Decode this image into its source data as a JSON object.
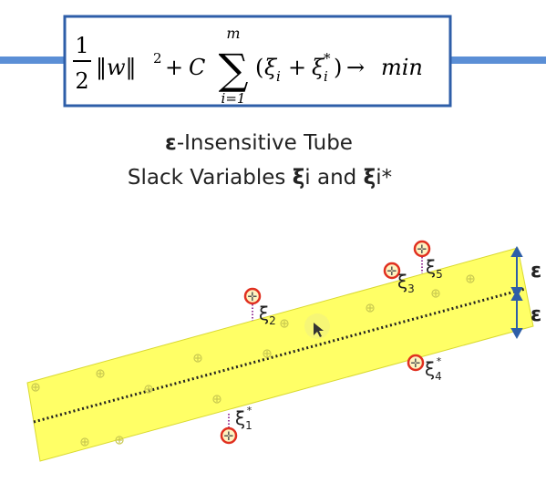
{
  "formula": {
    "half_num": "1",
    "half_den": "2",
    "norm": "‖w‖",
    "norm_exp": "2",
    "plus": "+",
    "C": "C",
    "sum": "∑",
    "sum_upper": "m",
    "sum_lower": "i=1",
    "open_paren": "(",
    "xi": "ξ",
    "sub_i": "i",
    "plus2": "+",
    "xi_star": "ξ",
    "sub_i2": "i",
    "star": "*",
    "close_paren": ")",
    "arrow": "→",
    "min": "min"
  },
  "title": {
    "eps_symbol": "ε",
    "line1_rest": "-Insensitive Tube",
    "line2_pre": "Slack Variables ",
    "xi1": "ξ",
    "xi1_rest": "i and ",
    "xi2": "ξ",
    "xi2_rest": "i*"
  },
  "tube": {
    "fill_color": "#ffff66",
    "center_line_color": "#222222",
    "arrow_color": "#2e5ea8",
    "epsilon_upper": "ε",
    "epsilon_lower": "ε"
  },
  "slack_labels": [
    {
      "symbol": "ξ",
      "sub": "2",
      "sup": ""
    },
    {
      "symbol": "ξ",
      "sub": "3",
      "sup": ""
    },
    {
      "symbol": "ξ",
      "sub": "5",
      "sup": ""
    },
    {
      "symbol": "ξ",
      "sub": "4",
      "sup": "*"
    },
    {
      "symbol": "ξ",
      "sub": "1",
      "sup": "*"
    }
  ],
  "colors": {
    "formula_border": "#2e5ea8",
    "side_bar": "#5b8fd6",
    "circle": "#e03020",
    "point": "#c8c850"
  }
}
